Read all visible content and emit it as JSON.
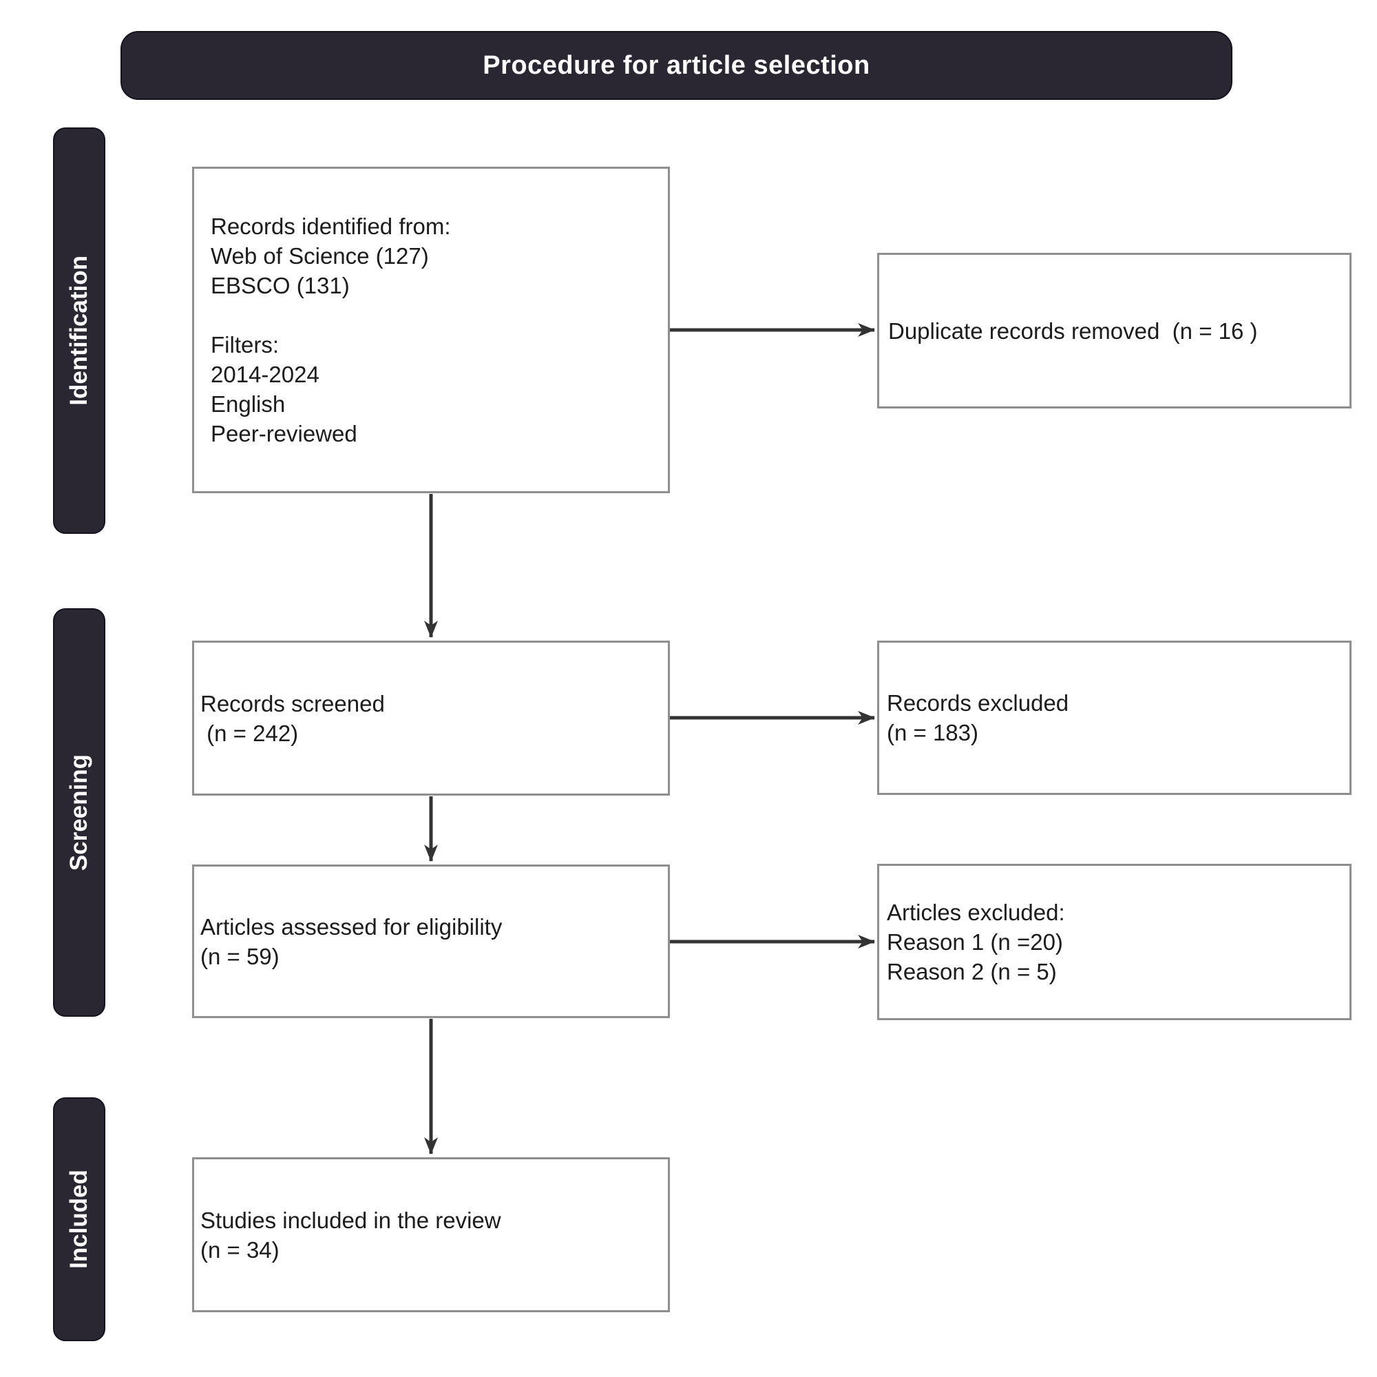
{
  "title": "Procedure for article selection",
  "stages": {
    "identification": "Identification",
    "screening": "Screening",
    "included": "Included"
  },
  "boxes": {
    "identified": {
      "lines": [
        "Records identified from:",
        "Web of Science (127)",
        "EBSCO (131)",
        "",
        "Filters:",
        "2014-2024",
        "English",
        "Peer-reviewed"
      ]
    },
    "duplicates_removed": {
      "lines": [
        "Duplicate records removed  (n = 16 )"
      ]
    },
    "screened": {
      "lines": [
        "Records screened",
        " (n = 242)"
      ]
    },
    "records_excluded": {
      "lines": [
        "Records excluded",
        "(n = 183)"
      ]
    },
    "assessed": {
      "lines": [
        "Articles assessed for eligibility",
        "(n = 59)"
      ]
    },
    "articles_excluded": {
      "lines": [
        "Articles excluded:",
        "Reason 1 (n =20)",
        "Reason 2 (n = 5)"
      ]
    },
    "included_studies": {
      "lines": [
        "Studies included in the review",
        "(n = 34)"
      ]
    }
  },
  "colors": {
    "dark": "#2a2733",
    "box_border": "#8f8f8f",
    "arrow": "#333333"
  }
}
